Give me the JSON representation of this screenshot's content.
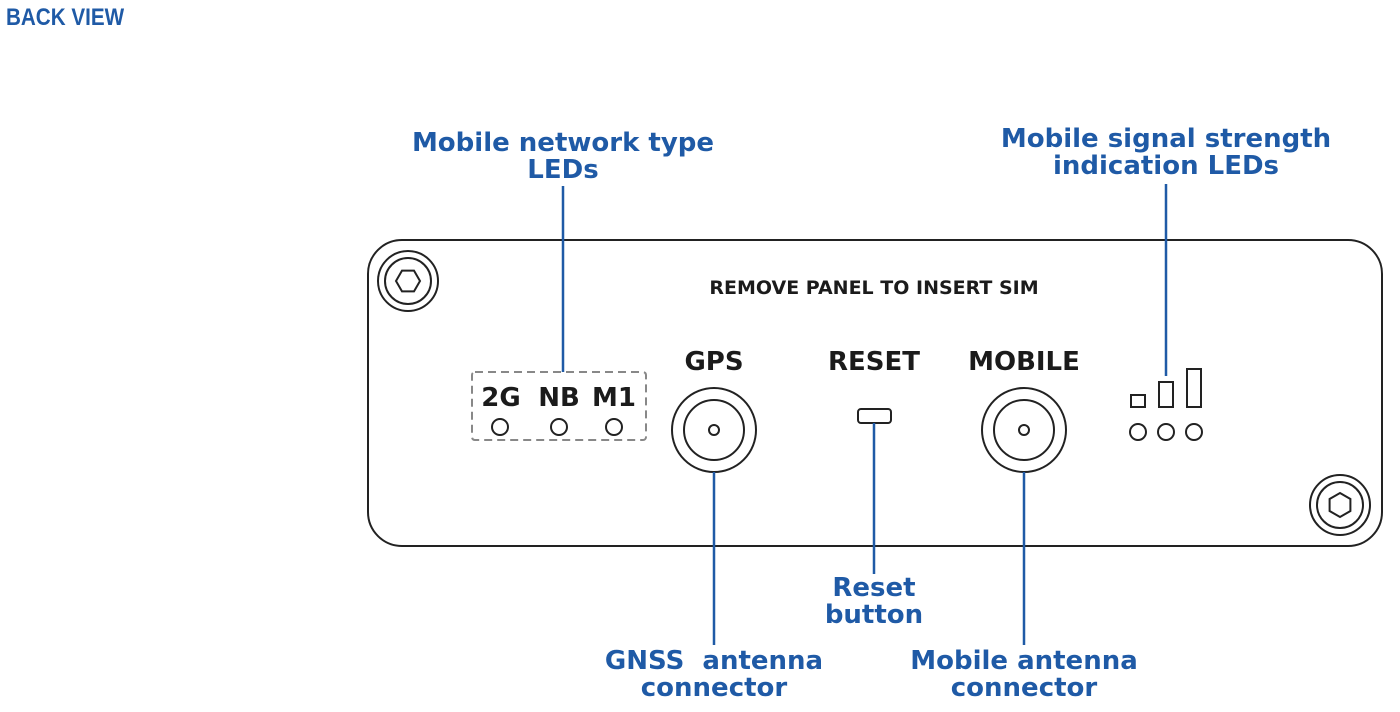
{
  "title": "BACK VIEW",
  "colors": {
    "accent": "#1f5aa6",
    "outline": "#222222",
    "background": "#ffffff"
  },
  "panel": {
    "notice": "REMOVE PANEL TO INSERT SIM",
    "network_leds": [
      "2G",
      "NB",
      "M1"
    ],
    "gps_label": "GPS",
    "reset_label": "RESET",
    "mobile_label": "MOBILE",
    "signal_levels": 3
  },
  "callouts": {
    "network_type": [
      "Mobile network type",
      "LEDs"
    ],
    "signal_strength": [
      "Mobile signal strength",
      "indication LEDs"
    ],
    "reset": [
      "Reset",
      "button"
    ],
    "gnss": [
      "GNSS  antenna",
      "connector"
    ],
    "mobile_antenna": [
      "Mobile antenna",
      "connector"
    ]
  }
}
